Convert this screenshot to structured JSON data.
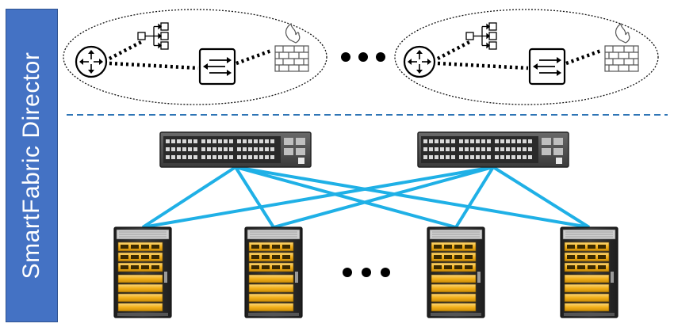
{
  "sidebar": {
    "label": "SmartFabric Director",
    "color": "#4472c4"
  },
  "colors": {
    "link": "#1fb0e6",
    "separator": "#2e75b6",
    "switch_body": "#4a4a4a",
    "server_drive": "#f2b019"
  },
  "top_groups": [
    {
      "icons": [
        "router-icon",
        "topology-icon",
        "switch-icon",
        "firewall-icon"
      ]
    },
    {
      "icons": [
        "router-icon",
        "topology-icon",
        "switch-icon",
        "firewall-icon"
      ]
    }
  ],
  "switches": 2,
  "servers": 4
}
